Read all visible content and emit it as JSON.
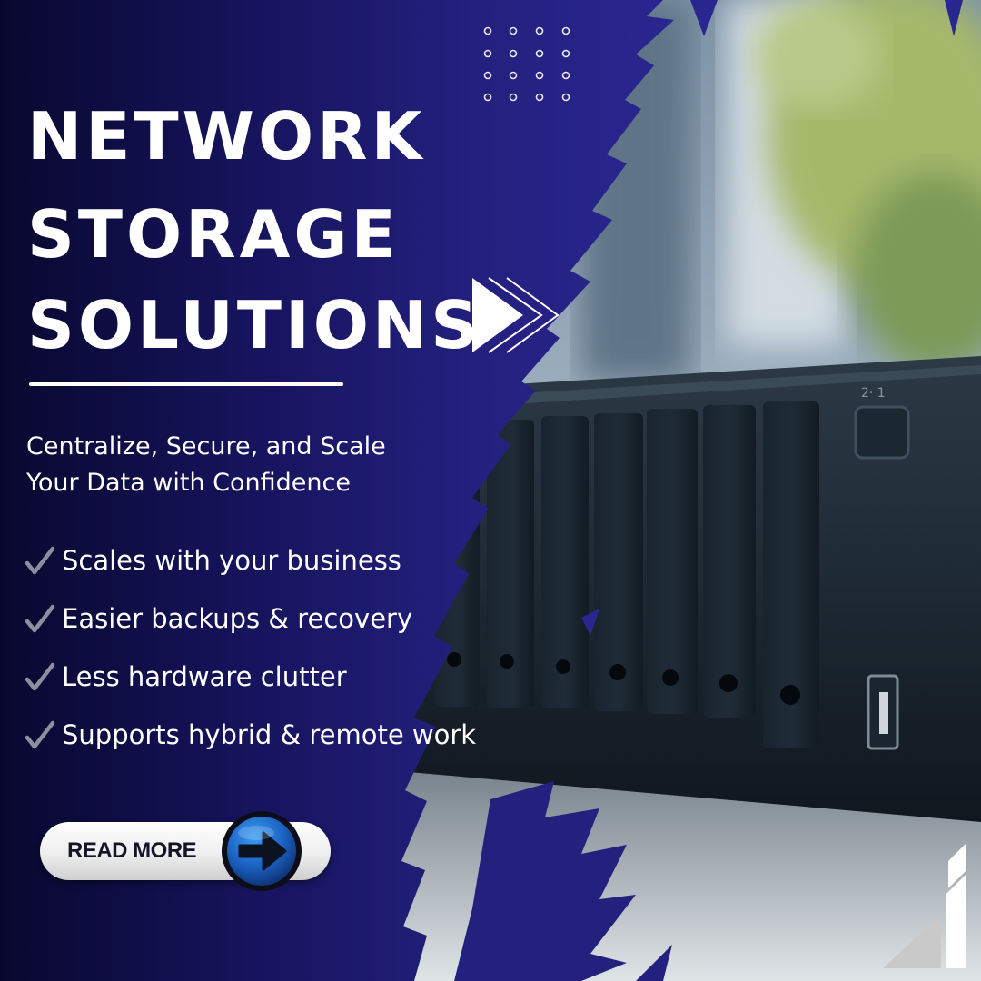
{
  "heading": {
    "line1": "NETWORK",
    "line2": "STORAGE",
    "line3": "SOLUTIONS"
  },
  "subtitle": {
    "line1": "Centralize, Secure, and Scale",
    "line2": "Your Data with Confidence"
  },
  "features": [
    "Scales with your business",
    "Easier backups & recovery",
    "Less hardware clutter",
    "Supports hybrid & remote work"
  ],
  "cta": {
    "label": "READ MORE"
  },
  "icons": {
    "check": "checkmark-icon",
    "arrow": "arrow-right-icon",
    "chevrons": "double-chevron-icon",
    "dots": "dot-grid-icon",
    "logo": "brand-logo-icon"
  },
  "colors": {
    "panel_dark": "#0a0a3a",
    "panel_blue": "#23207e",
    "accent_blue": "#2a7ad8",
    "text": "#ffffff"
  }
}
